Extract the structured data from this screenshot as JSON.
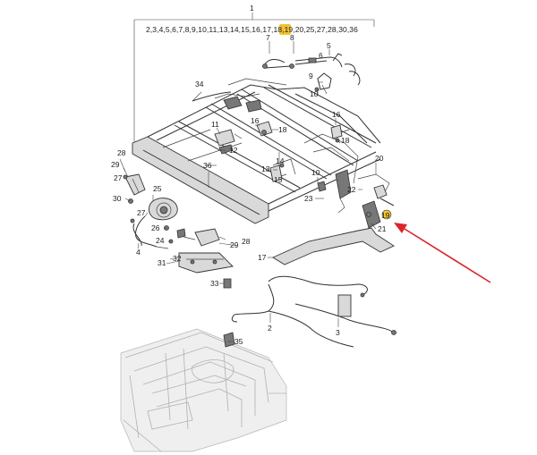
{
  "header": {
    "group_number": "1",
    "subparts_prefix": "2,3,4,5,6,7,8,9,10,11,13,14,15,16,17,18,",
    "subparts_highlight": "19",
    "subparts_suffix": ",20,25,27,28,30,36",
    "highlight_color": "#f2c230"
  },
  "callouts": {
    "c2": "2",
    "c3": "3",
    "c4": "4",
    "c5": "5",
    "c6": "6",
    "c7": "7",
    "c8": "8",
    "c9": "9",
    "c10": "10",
    "c11": "11",
    "c12": "12",
    "c13": "13",
    "c14": "14",
    "c15": "15",
    "c16": "16",
    "c17": "17",
    "c18": "18",
    "c19": "19",
    "c20": "20",
    "c21": "21",
    "c22": "22",
    "c23": "23",
    "c24": "24",
    "c25": "25",
    "c26": "26",
    "c27": "27",
    "c28": "28",
    "c28b": "28",
    "c29": "29",
    "c29b": "29",
    "c30": "30",
    "c31": "31",
    "c32": "32",
    "c33": "33",
    "c34": "34",
    "c35": "35",
    "c36": "36"
  },
  "arrow_color": "#d9262b"
}
